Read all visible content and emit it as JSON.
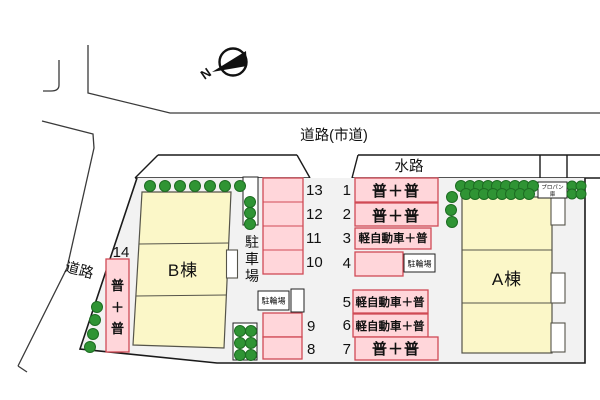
{
  "compass": {
    "north": "N"
  },
  "labels": {
    "road_city": "道路(市道)",
    "waterway": "水路",
    "road_west": "道路",
    "parking_area": "駐車場",
    "parking_area_chars": [
      "駐",
      "車",
      "場"
    ],
    "bicycle_a": "駐輪場",
    "bicycle_b": "駐輪場",
    "propane_lines": [
      "プロパン",
      "庫"
    ]
  },
  "buildings": {
    "a": "A棟",
    "b": "B棟"
  },
  "stalls": [
    {
      "no": "1",
      "label": "普＋普"
    },
    {
      "no": "2",
      "label": "普＋普"
    },
    {
      "no": "3",
      "label": "軽自動車＋普"
    },
    {
      "no": "4",
      "label": ""
    },
    {
      "no": "5",
      "label": "軽自動車＋普"
    },
    {
      "no": "6",
      "label": "軽自動車＋普"
    },
    {
      "no": "7",
      "label": "普＋普"
    },
    {
      "no": "8",
      "label": ""
    },
    {
      "no": "9",
      "label": ""
    },
    {
      "no": "10",
      "label": ""
    },
    {
      "no": "11",
      "label": ""
    },
    {
      "no": "12",
      "label": ""
    },
    {
      "no": "13",
      "label": ""
    },
    {
      "no": "14",
      "label_chars": [
        "普",
        "＋",
        "普"
      ]
    }
  ],
  "colors": {
    "stall_fill": "#ffd6da",
    "stall_border": "#d04a55",
    "building_fill": "#fbf7c8",
    "site_fill": "#f2f2f2",
    "tree_green": "#2f9434",
    "line_black": "#1a1a1a"
  }
}
